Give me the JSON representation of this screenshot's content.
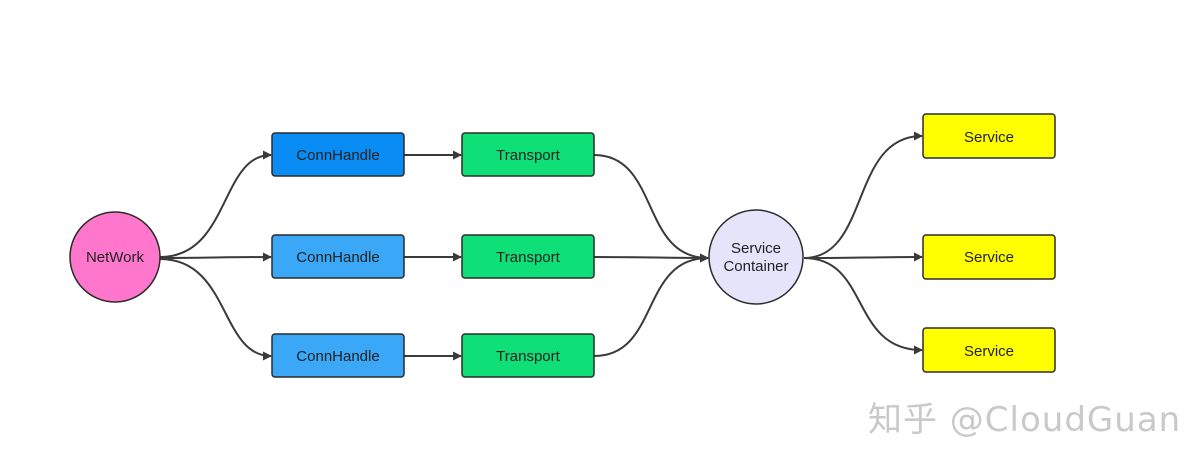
{
  "nodes": {
    "network": {
      "label": "NetWork",
      "color": "#ff77cc"
    },
    "connhandle_1": {
      "label": "ConnHandle",
      "color": "#0a8cf5"
    },
    "connhandle_2": {
      "label": "ConnHandle",
      "color": "#3aa8f7"
    },
    "connhandle_3": {
      "label": "ConnHandle",
      "color": "#3aa8f7"
    },
    "transport_1": {
      "label": "Transport",
      "color": "#0ee077"
    },
    "transport_2": {
      "label": "Transport",
      "color": "#0ee077"
    },
    "transport_3": {
      "label": "Transport",
      "color": "#0ee077"
    },
    "service_container": {
      "label_line1": "Service",
      "label_line2": "Container",
      "color": "#e6e4fb"
    },
    "service_1": {
      "label": "Service",
      "color": "#ffff00"
    },
    "service_2": {
      "label": "Service",
      "color": "#ffff00"
    },
    "service_3": {
      "label": "Service",
      "color": "#ffff00"
    }
  },
  "edges": [
    {
      "from": "network",
      "to": "connhandle_1"
    },
    {
      "from": "network",
      "to": "connhandle_2"
    },
    {
      "from": "network",
      "to": "connhandle_3"
    },
    {
      "from": "connhandle_1",
      "to": "transport_1"
    },
    {
      "from": "connhandle_2",
      "to": "transport_2"
    },
    {
      "from": "connhandle_3",
      "to": "transport_3"
    },
    {
      "from": "transport_1",
      "to": "service_container"
    },
    {
      "from": "transport_2",
      "to": "service_container"
    },
    {
      "from": "transport_3",
      "to": "service_container"
    },
    {
      "from": "service_container",
      "to": "service_1"
    },
    {
      "from": "service_container",
      "to": "service_2"
    },
    {
      "from": "service_container",
      "to": "service_3"
    }
  ],
  "watermark": {
    "text": "知乎 @CloudGuan"
  }
}
